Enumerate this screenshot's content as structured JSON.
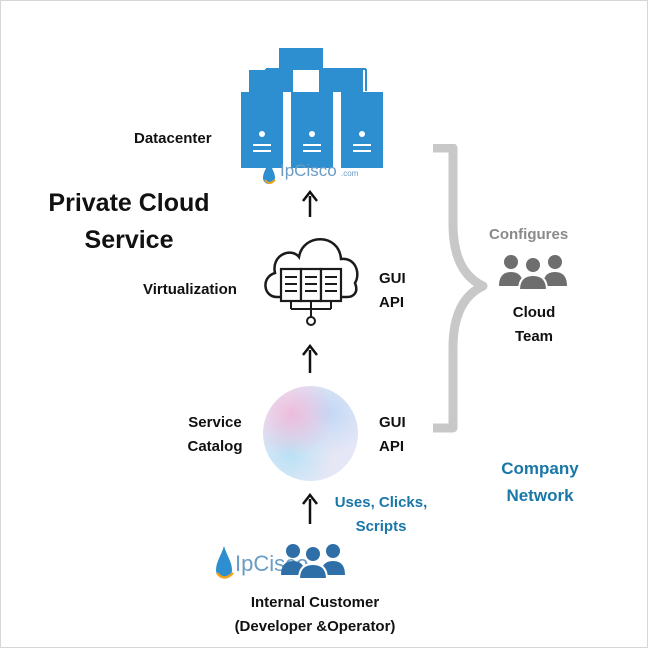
{
  "diagram": {
    "title_line1": "Private Cloud",
    "title_line2": "Service",
    "datacenter_label": "Datacenter",
    "virtualization_label": "Virtualization",
    "virtualization_interfaces": [
      "GUI",
      "API"
    ],
    "service_catalog_label": [
      "Service",
      "Catalog"
    ],
    "catalog_interfaces": [
      "GUI",
      "API"
    ],
    "configures_label": "Configures",
    "cloud_team_label": [
      "Cloud",
      "Team"
    ],
    "company_network_label": [
      "Company",
      "Network"
    ],
    "uses_label": [
      "Uses, Clicks,",
      "Scripts"
    ],
    "customer_label": [
      "Internal Customer",
      "(Developer &Operator)"
    ],
    "watermark": {
      "brand": "IpCisco",
      "suffix": ".com"
    }
  },
  "colors": {
    "server_blue": "#2e8fd0",
    "people_blue": "#2f6fa8",
    "people_grey": "#6e6e6e",
    "brace_grey": "#c8c8c8",
    "accent_text": "#1a78a8",
    "muted_text": "#8a8a8a"
  },
  "icons": [
    "server-rack-icon",
    "cloud-icon",
    "users-icon",
    "team-icon",
    "brace-icon",
    "arrow-up-icon",
    "logo-drop-icon"
  ]
}
